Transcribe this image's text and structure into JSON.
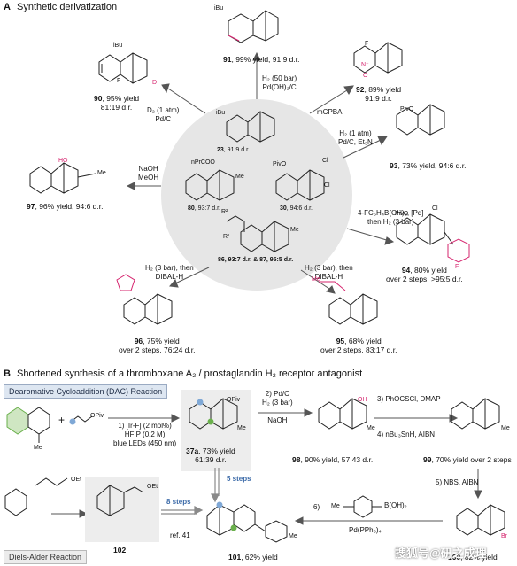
{
  "section_a": {
    "letter": "A",
    "title": "Synthetic derivatization"
  },
  "section_b": {
    "letter": "B",
    "title": "Shortened synthesis of a thromboxane A₂ / prostaglandin H₂ receptor antagonist"
  },
  "center": {
    "c23": {
      "num": "23",
      "detail": ", 91:9 d.r."
    },
    "c80": {
      "num": "80",
      "detail": ", 93:7 d.r.",
      "sub": "nPrCOO"
    },
    "c30": {
      "num": "30",
      "detail": ", 94:6 d.r.",
      "sub": "PivO"
    },
    "c86": {
      "text": "86, 93:7 d.r. & 87, 95:5 d.r."
    }
  },
  "products": {
    "p91": {
      "num": "91",
      "rest": ", 99% yield, 91:9 d.r."
    },
    "p90": {
      "num": "90",
      "rest": ", 95% yield",
      "line2": "81:19 d.r."
    },
    "p92": {
      "num": "92",
      "rest": ", 89% yield",
      "line2": "91:9 d.r."
    },
    "p93": {
      "num": "93",
      "rest": ", 73% yield, 94:6 d.r."
    },
    "p97": {
      "num": "97",
      "rest": ", 96% yield, 94:6 d.r."
    },
    "p94": {
      "num": "94",
      "rest": ", 80% yield",
      "line2": "over 2 steps, >95:5 d.r."
    },
    "p96": {
      "num": "96",
      "rest": ", 75% yield",
      "line2": "over 2 steps, 76:24 d.r."
    },
    "p95": {
      "num": "95",
      "rest": ", 68% yield",
      "line2": "over 2 steps, 83:17 d.r."
    }
  },
  "conditions": {
    "to91": {
      "l1": "H₂ (50 bar)",
      "l2": "Pd(OH)₂/C"
    },
    "to90": {
      "l1": "D₂ (1 atm)",
      "l2": "Pd/C"
    },
    "to92": {
      "l1": "mCPBA"
    },
    "to93": {
      "l1": "H₂ (1 atm)",
      "l2": "Pd/C, Et₃N"
    },
    "to97": {
      "l1": "NaOH",
      "l2": "MeOH"
    },
    "to94": {
      "l1": "4-FC₆H₄B(OH)₂, [Pd]",
      "l2": "then H₂ (3 bar)"
    },
    "to96": {
      "l1": "H₂ (3 bar), then",
      "l2": "DIBAL-H"
    },
    "to95": {
      "l1": "H₂ (3 bar), then",
      "l2": "DIBAL-H"
    }
  },
  "atom_labels": {
    "ibu": "iBu",
    "f": "F",
    "d": "D",
    "h": "H",
    "n": "N",
    "o": "O",
    "me": "Me",
    "ho": "HO",
    "pivo": "PivO",
    "cl": "Cl",
    "r1": "R¹",
    "r2": "R²",
    "opiv": "OPiv",
    "oh": "OH",
    "oet": "OEt",
    "br": "Br",
    "nplus": "N⁺",
    "ominus": "O⁻"
  },
  "scheme_b": {
    "dac_label": "Dearomative Cycloaddition (DAC) Reaction",
    "da_label": "Diels-Alder Reaction",
    "step1": {
      "l1": "1) [Ir-F] (2 mol%)",
      "l2": "HFIP (0.2 M)",
      "l3": "blue LEDs (450 nm)"
    },
    "c37a": {
      "num": "37a",
      "rest": ", 73% yield",
      "line2": "61:39 d.r."
    },
    "step2": {
      "l1": "2) Pd/C",
      "l2": "H₂ (3 bar)",
      "l3": "NaOH"
    },
    "c98": {
      "num": "98",
      "rest": ", 90% yield, 57:43 d.r."
    },
    "step3": {
      "l1": "3) PhOCSCl, DMAP",
      "l2": "4) nBu₃SnH, AIBN"
    },
    "c99": {
      "num": "99",
      "rest": ", 70% yield over 2 steps"
    },
    "step5": {
      "l1": "5) NBS, AIBN"
    },
    "c100": {
      "num": "100",
      "rest": ", 82% yield"
    },
    "step6": {
      "l1": "6)",
      "l2": "Pd(PPh₃)₄",
      "reagent": "B(OH)₂"
    },
    "five_steps": "5 steps",
    "eight_steps": "8 steps",
    "ref": "ref. 41",
    "c102": "102",
    "c101": {
      "num": "101",
      "rest": ", 62% yield"
    }
  },
  "watermark": "搜狐号@研之成理",
  "colors": {
    "accent": "#d6246e",
    "highlight_blue": "#7fa8d6",
    "highlight_green": "#6ab04c",
    "circle": "#e6e6e6"
  }
}
